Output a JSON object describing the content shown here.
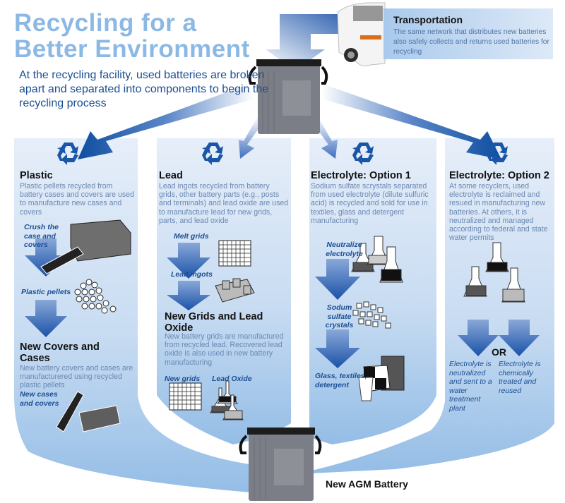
{
  "header": {
    "title_line1": "Recycling for a",
    "title_line2": "Better Environment",
    "intro": "At the recycling facility, used batteries are broken apart and separated into components to begin the recycling process"
  },
  "transportation": {
    "title": "Transportation",
    "description": "The same network that distributes new batteries also safely collects and returns used batteries for recycling"
  },
  "panels": [
    {
      "title": "Plastic",
      "description": "Plastic pellets recycled from battery cases and covers are used to manufacture new cases and covers",
      "steps": [
        "Crush the case and covers",
        "Plastic pellets"
      ],
      "result_title": "New Covers and Cases",
      "result_description": "New battery covers and cases are manufacturered using recycled plastic pellets",
      "result_label": "New cases and covers"
    },
    {
      "title": "Lead",
      "description": "Lead ingots recycled from battery grids, other battery parts (e.g., posts and terminals) and lead oxide are used to manufacture lead for new grids, parts, and lead oxide",
      "steps": [
        "Melt grids",
        "Lead ingots"
      ],
      "result_title": "New Grids and Lead Oxide",
      "result_description": "New battery grids are manufactured from recycled lead.  Recovered lead oxide is also used in new battery manufacturing",
      "result_labels": [
        "New grids",
        "Lead Oxide"
      ]
    },
    {
      "title": "Electrolyte: Option 1",
      "description": "Sodium sulfate scrystals separated from used electrolyte (dilute sulfuric acid) is recycled and sold for use in textiles, glass and detergent manufacturing",
      "steps": [
        "Neutralize electrolyte",
        "Sodum sulfate crystals",
        "Glass, textiles, detergent"
      ]
    },
    {
      "title": "Electrolyte: Option 2",
      "description": "At some recyclers, used electrolyte is reclaimed and resued in manufacturing new batteries.  At others, it is neutralized and managed according to federal and state water permits",
      "or_label": "OR",
      "outcomes": [
        "Electrolyte is neutralized and sent to a water treatment plant",
        "Electrolyte is chemically treated and reused"
      ]
    }
  ],
  "footer": {
    "battery_label": "New AGM Battery"
  },
  "colors": {
    "title": "#8cb8e4",
    "accent_dark": "#1d4f93",
    "arrow": "#2a5fb0",
    "panel_light": "#e3ecf8",
    "panel_dark": "#9cc2e8"
  }
}
